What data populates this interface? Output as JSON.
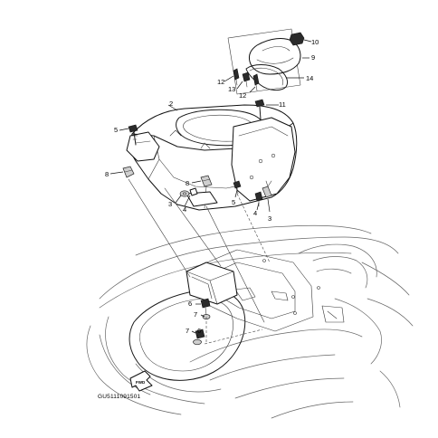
{
  "diagram": {
    "code": "GU5111091501",
    "fwd_mark": "FWD",
    "callouts": [
      {
        "label": "2"
      },
      {
        "label": "3"
      },
      {
        "label": "3"
      },
      {
        "label": "4"
      },
      {
        "label": "4"
      },
      {
        "label": "5"
      },
      {
        "label": "5"
      },
      {
        "label": "6"
      },
      {
        "label": "6"
      },
      {
        "label": "7"
      },
      {
        "label": "7"
      },
      {
        "label": "8"
      },
      {
        "label": "8"
      },
      {
        "label": "9"
      },
      {
        "label": "10"
      },
      {
        "label": "11"
      },
      {
        "label": "12"
      },
      {
        "label": "12"
      },
      {
        "label": "13"
      },
      {
        "label": "14"
      }
    ]
  }
}
